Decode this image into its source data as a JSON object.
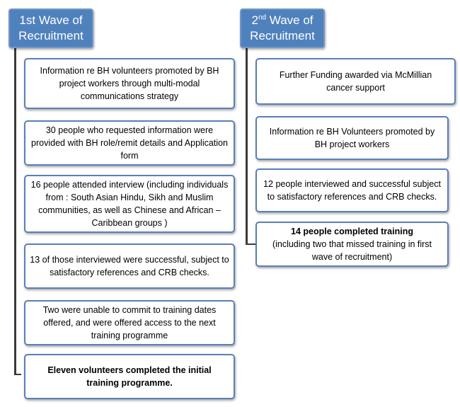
{
  "wave1": {
    "title_line1": "1st Wave of",
    "title_line2": "Recruitment",
    "boxes": [
      "Information re BH volunteers promoted by BH project workers through multi-modal communications strategy",
      "30 people who requested information were provided with BH role/remit details  and Application form",
      "16 people attended interview (including individuals from : South Asian Hindu, Sikh and Muslim communities, as well as Chinese and African – Caribbean groups )",
      "13 of those interviewed were successful, subject to satisfactory references and CRB checks.",
      "Two were unable to commit to training dates offered, and were offered access to the next training programme",
      "Eleven  volunteers completed the initial training programme."
    ]
  },
  "wave2": {
    "title_num": "2",
    "title_sup": "nd",
    "title_rest": " Wave of",
    "title_line2": "Recruitment",
    "boxes": [
      "Further Funding awarded via McMillian cancer support",
      "Information re BH Volunteers promoted by BH project workers",
      "12 people interviewed and successful subject to satisfactory references and CRB checks."
    ],
    "last_box_bold": "14 people completed training",
    "last_box_rest": "(including two that missed training in first wave of recruitment)"
  },
  "colors": {
    "header_fill": "#4f81bd",
    "box_border": "#5b7fb8",
    "connector": "#3a3a3a"
  }
}
